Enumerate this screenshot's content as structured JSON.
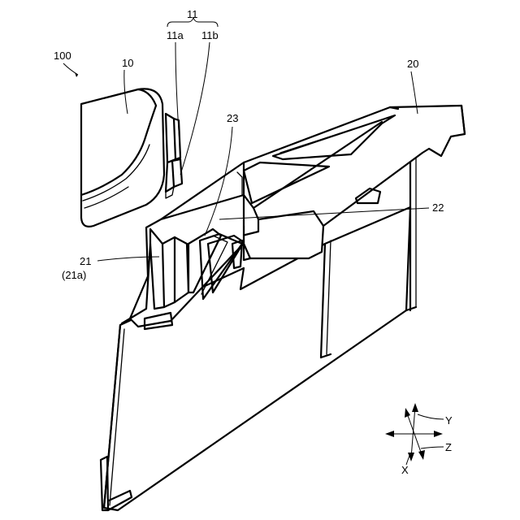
{
  "labels": {
    "assembly": "100",
    "part_10": "10",
    "part_11": "11",
    "part_11a": "11a",
    "part_11b": "11b",
    "part_20": "20",
    "part_21": "21",
    "part_21a": "(21a)",
    "part_22": "22",
    "part_23": "23"
  },
  "axes": {
    "y": "Y",
    "z": "Z",
    "x": "X"
  }
}
